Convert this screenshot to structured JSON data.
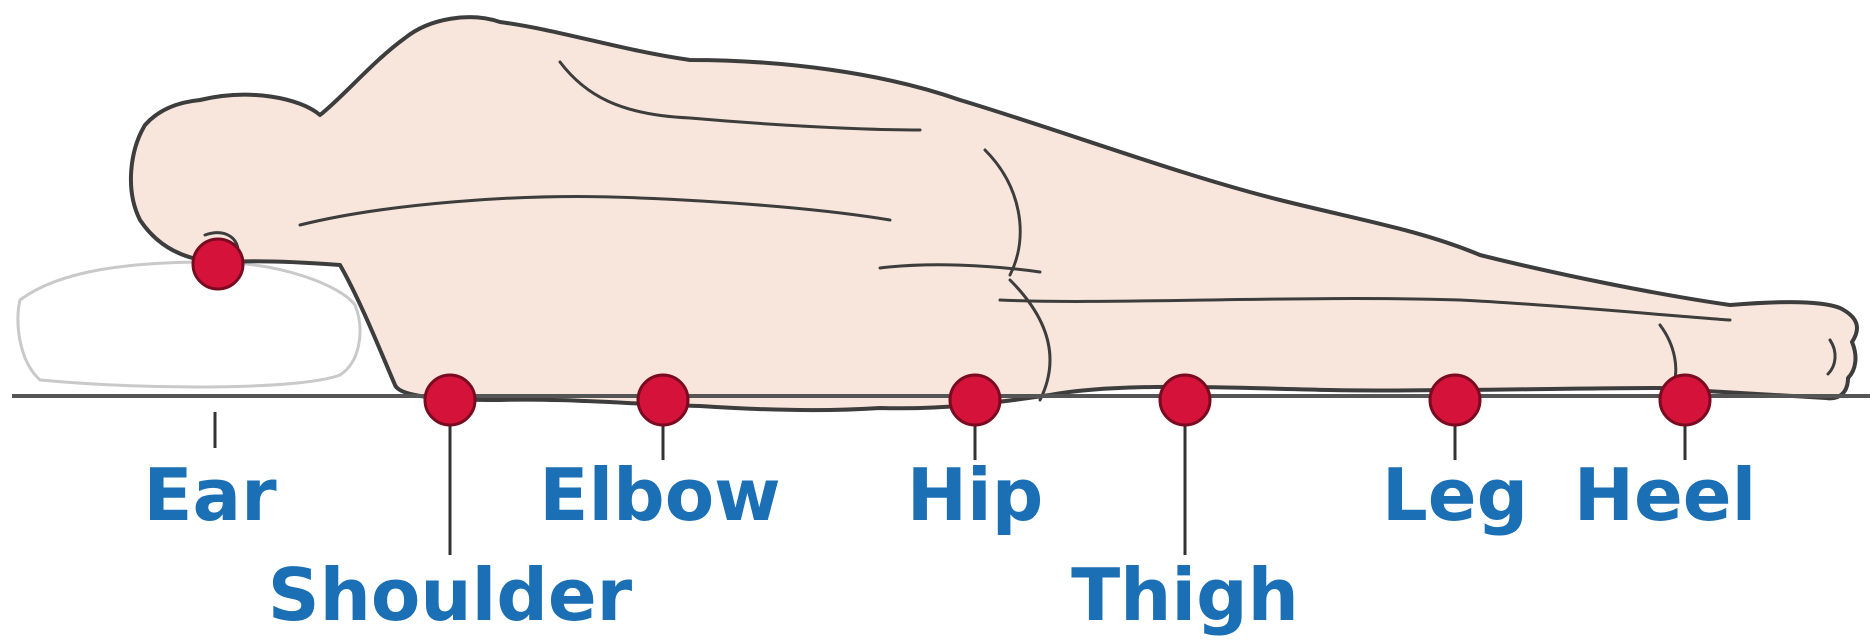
{
  "colors": {
    "skin": "#f8e6dc",
    "outline": "#3d3d3d",
    "pillow": "#ffffff",
    "pillow_outline": "#c9c9c9",
    "surface": "#555555",
    "marker": "#d4123a",
    "marker_outline": "#7a0a20",
    "label": "#1a6fb5",
    "leader": "#333333"
  },
  "labels": {
    "ear": "Ear",
    "shoulder": "Shoulder",
    "elbow": "Elbow",
    "hip": "Hip",
    "thigh": "Thigh",
    "leg": "Leg",
    "heel": "Heel"
  }
}
